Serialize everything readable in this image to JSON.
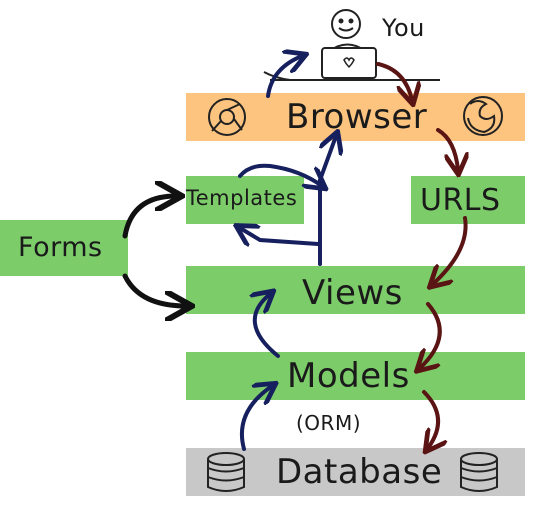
{
  "user": {
    "label": "You"
  },
  "layers": {
    "browser": {
      "label": "Browser",
      "color": "#fcc47f"
    },
    "templates": {
      "label": "Templates",
      "color": "#7ccc6a"
    },
    "urls": {
      "label": "URLS",
      "color": "#7ccc6a"
    },
    "views": {
      "label": "Views",
      "color": "#7ccc6a"
    },
    "forms": {
      "label": "Forms",
      "color": "#7ccc6a"
    },
    "models": {
      "label": "Models",
      "color": "#7ccc6a",
      "sublabel": "(ORM)"
    },
    "database": {
      "label": "Database",
      "color": "#c8c8c8"
    }
  },
  "arrow_colors": {
    "request": "#5a1414",
    "response": "#17205e",
    "forms": "#111111"
  },
  "icons": [
    "person-at-laptop-icon",
    "chrome-icon",
    "firefox-icon",
    "database-icon"
  ]
}
